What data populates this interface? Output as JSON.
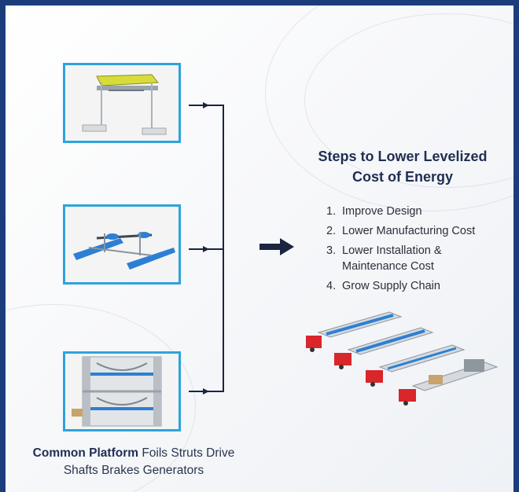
{
  "heading": {
    "line1": "Steps to Lower Levelized",
    "line2": "Cost of Energy"
  },
  "steps": [
    {
      "num": "1.",
      "text": "Improve Design"
    },
    {
      "num": "2.",
      "text": "Lower Manufacturing Cost"
    },
    {
      "num": "3.",
      "text": "Lower Installation &"
    },
    {
      "num": "",
      "text": "Maintenance Cost"
    },
    {
      "num": "4.",
      "text": "Grow Supply Chain"
    }
  ],
  "caption": {
    "bold": "Common Platform",
    "rest1": " Foils Struts Drive",
    "line2": "Shafts Brakes Generators"
  },
  "colors": {
    "frame": "#1c3d7c",
    "box_border": "#2ea3dc",
    "heading": "#1f2e53",
    "arrow": "#1b2540",
    "truck_cab": "#d9262b"
  },
  "icons": [
    "platform-render-1",
    "platform-render-2",
    "platform-render-3",
    "right-arrow",
    "trucks-illustration"
  ]
}
